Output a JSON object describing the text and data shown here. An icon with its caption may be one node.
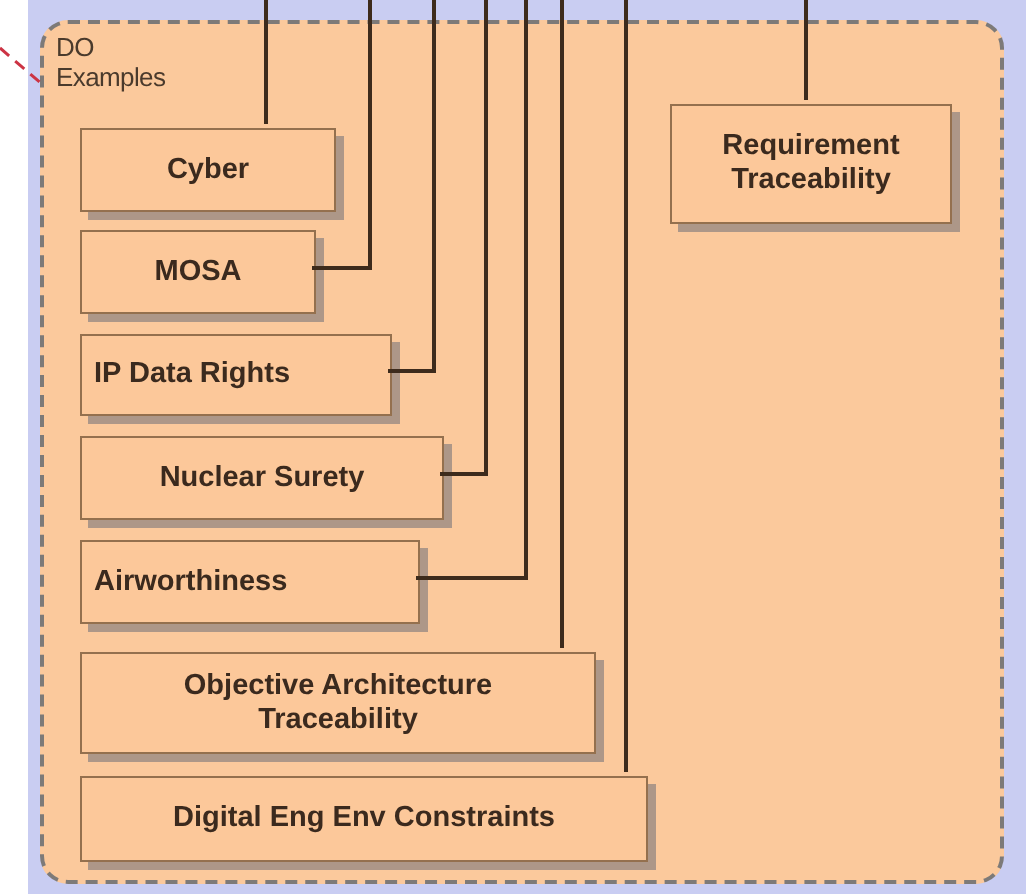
{
  "diagram": {
    "nodes": [
      {
        "text": [
          "DO Examples"
        ]
      },
      {
        "text": [
          "Cyber"
        ],
        "in": 0
      },
      {
        "text": [
          "MOSA"
        ],
        "in": 0
      },
      {
        "text": [
          "IP Data Rights"
        ],
        "in": 0
      },
      {
        "text": [
          "Nuclear Surety"
        ],
        "in": 0
      },
      {
        "text": [
          "Airworthiness"
        ],
        "in": 0
      },
      {
        "text": [
          "Objective Architecture Traceability"
        ],
        "in": 0
      },
      {
        "text": [
          "Digital Eng Env Constraints"
        ],
        "in": 0
      },
      {
        "text": [
          "Requirement Traceability"
        ],
        "in": 0
      }
    ],
    "edges": [
      {
        "from": null,
        "to": 0,
        "arrow": "none",
        "style": "dashed",
        "color": "#cc3344"
      },
      {
        "from": null,
        "to": 1,
        "arrow": "none"
      },
      {
        "from": null,
        "to": 2,
        "arrow": "none"
      },
      {
        "from": null,
        "to": 3,
        "arrow": "none"
      },
      {
        "from": null,
        "to": 4,
        "arrow": "none"
      },
      {
        "from": null,
        "to": 5,
        "arrow": "none"
      },
      {
        "from": null,
        "to": 6,
        "arrow": "none"
      },
      {
        "from": null,
        "to": 7,
        "arrow": "none"
      },
      {
        "from": null,
        "to": 8,
        "arrow": "none"
      }
    ]
  }
}
